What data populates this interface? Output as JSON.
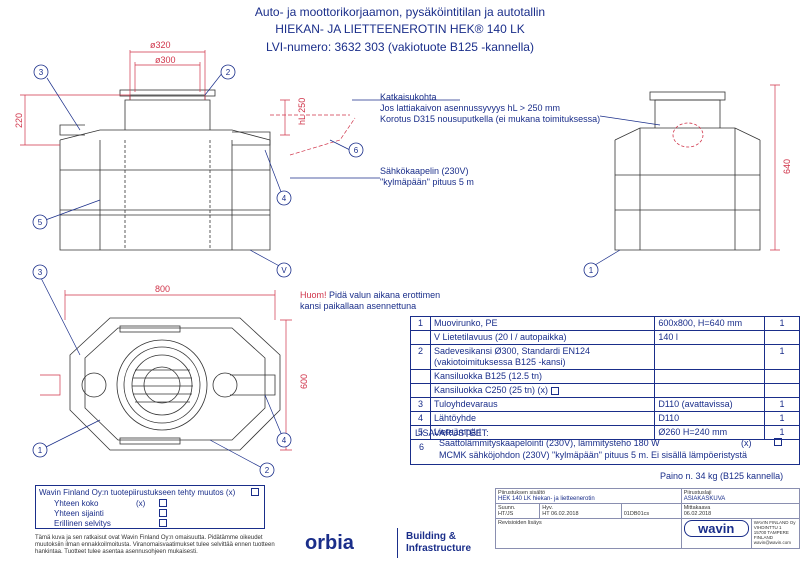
{
  "header": {
    "line1": "Auto- ja moottorikorjaamon, pysäköintitilan ja autotallin",
    "line2": "HIEKAN- JA LIETTEENEROTIN HEK® 140 LK",
    "line3": "LVI-numero: 3632 303 (vakiotuote B125 -kannella)"
  },
  "dims": {
    "d320": "ø320",
    "d300": "ø300",
    "h220": "220",
    "h250": "hL 250",
    "w800": "800",
    "w600": "600",
    "h640": "640"
  },
  "callouts": {
    "c1": "1",
    "c2": "2",
    "c3": "3",
    "c4": "4",
    "c5": "5",
    "c6": "6",
    "cV": "V"
  },
  "notes": {
    "katkaisu_title": "Katkaisukohta",
    "katkaisu_l1": "Jos lattiakaivon asennussyvyys hL > 250 mm",
    "katkaisu_l2": "Korotus D315 nousuputkella (ei mukana toimituksessa)",
    "sahko_l1": "Sähkökaapelin (230V)",
    "sahko_l2": "\"kylmäpään\" pituus 5 m",
    "huom_label": "Huom!",
    "huom_l1": " Pidä valun aikana erottimen",
    "huom_l2": "kansi paikallaan asennettuna"
  },
  "parts": [
    {
      "no": "1",
      "desc": "Muovirunko, PE",
      "spec": "600x800, H=640 mm",
      "qty": "1"
    },
    {
      "no": "",
      "desc": "V  Lietetilavuus (20 l / autopaikka)",
      "spec": "140 l",
      "qty": ""
    },
    {
      "no": "2",
      "desc": "Sadevesikansi Ø300, Standardi EN124 (vakiotoimituksessa B125 -kansi)",
      "spec": "",
      "qty": "1"
    },
    {
      "no": "",
      "desc": "Kansiluokka B125 (12.5 tn)",
      "spec": "",
      "qty": ""
    },
    {
      "no": "",
      "desc": "Kansiluokka C250 (25 tn)  (x)",
      "spec": "",
      "qty": ""
    },
    {
      "no": "3",
      "desc": "Tuloyhdevaraus",
      "spec": "D110 (avattavissa)",
      "qty": "1"
    },
    {
      "no": "4",
      "desc": "Lähtöyhde",
      "spec": "D110",
      "qty": "1"
    },
    {
      "no": "5",
      "desc": "Lieteämpäri",
      "spec": "Ø260 H=240 mm",
      "qty": "1"
    }
  ],
  "accessories": {
    "title": "LISAVARUSTEET:",
    "no": "6",
    "l1": "Saattolämmityskaapelointi (230V), lämmitysteho 180 W",
    "l1x": "(x)",
    "l2": "MCMK sähköjohdon (230V) \"kylmäpään\" pituus 5 m. Ei sisällä lämpöeristystä"
  },
  "weight": "Paino n. 34 kg (B125 kannella)",
  "changes": {
    "title": "Wavin Finland Oy:n tuotepiirustukseen tehty muutos (x)",
    "items": [
      "Yhteen koko",
      "Yhteen sijainti",
      "Erillinen selvitys"
    ],
    "x": "(x)"
  },
  "disclaimer": "Tämä kuva ja sen ratkaisut ovat Wavin Finland Oy:n omaisuutta. Pidätämme oikeudet muutoksiin ilman ennakkoilmoitusta. Viranomaisvaatimukset tulee selvittää ennen tuotteen hankintaa. Tuotteet tulee asentaa asennusohjeen mukaisesti.",
  "brand": {
    "orbia": "orbia",
    "bi1": "Building &",
    "bi2": "Infrastructure",
    "wavin": "wavin"
  },
  "titleblock": {
    "proj_label": "Piirustuksen sisältö",
    "proj_value": "HEK 140 LK hiekan- ja lietteenerotin",
    "type_label": "Piirustuslaji",
    "type_value": "ASIAKASKUVA",
    "drawn_label": "Suunn.",
    "drawn_value": "HT/JS",
    "appr_label": "Hyv.",
    "appr_value": "HT  06.02.2018",
    "num_value": "01DB01cs",
    "date_label": "Mittakaava",
    "date_value": "06.02.2018",
    "rev_label": "Revisioiden lisäys",
    "company": "WAVIN FINLAND Oy\nVIHDINTTU 1\n15700 TAMPERE\nFINLAND\nwavin@wavin.com"
  }
}
